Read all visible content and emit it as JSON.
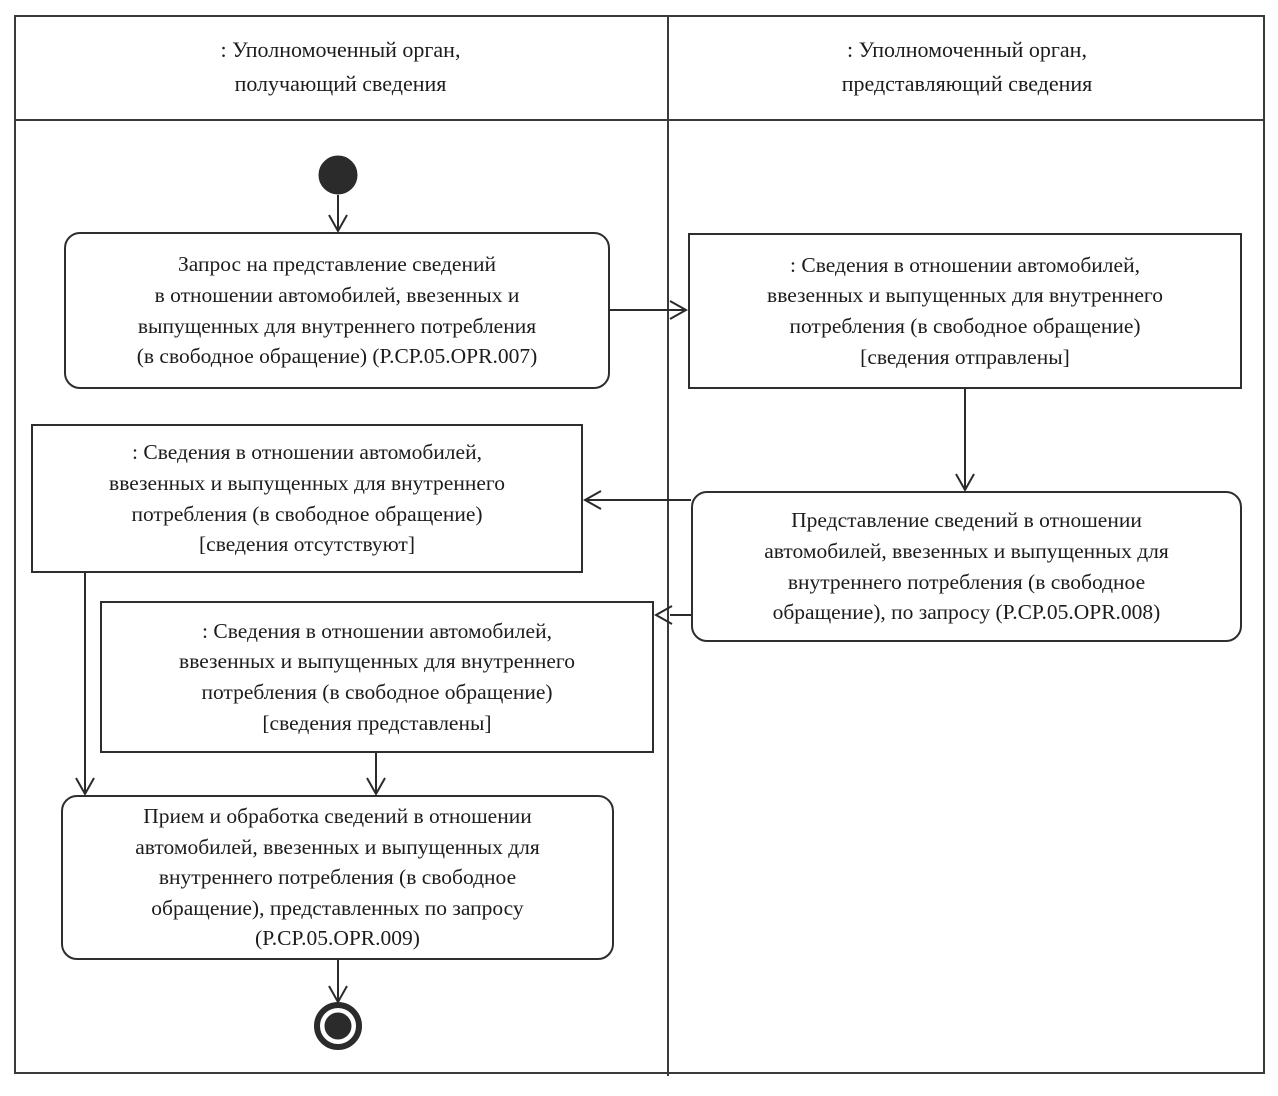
{
  "colors": {
    "ink": "#2b2b2b",
    "background": "#ffffff"
  },
  "lanes": {
    "left": {
      "title": ": Уполномоченный орган,\nполучающий сведения"
    },
    "right": {
      "title": ": Уполномоченный орган,\nпредставляющий сведения"
    }
  },
  "nodes": {
    "start": {
      "kind": "initial-node",
      "lane": "left"
    },
    "request": {
      "kind": "action",
      "shape": "rounded",
      "lane": "left",
      "text": "Запрос на представление сведений\nв отношении автомобилей, ввезенных и\nвыпущенных для внутреннего потребления\n(в свободное обращение) (P.CP.05.OPR.007)"
    },
    "info_sent": {
      "kind": "object-state",
      "shape": "rect",
      "lane": "right",
      "text": ": Сведения в отношении автомобилей,\nввезенных и выпущенных для внутреннего\nпотребления (в свободное обращение)\n[сведения отправлены]"
    },
    "info_absent": {
      "kind": "object-state",
      "shape": "rect",
      "lane": "left",
      "text": ": Сведения в отношении автомобилей,\nввезенных и выпущенных для внутреннего\nпотребления (в свободное обращение)\n[сведения отсутствуют]"
    },
    "provide": {
      "kind": "action",
      "shape": "rounded",
      "lane": "right",
      "text": "Представление сведений в отношении\nавтомобилей, ввезенных и выпущенных для\nвнутреннего потребления (в свободное\nобращение), по запросу (P.CP.05.OPR.008)"
    },
    "info_provided": {
      "kind": "object-state",
      "shape": "rect",
      "lane": "left",
      "text": ": Сведения в отношении автомобилей,\nввезенных и выпущенных для внутреннего\nпотребления (в свободное обращение)\n[сведения представлены]"
    },
    "receive": {
      "kind": "action",
      "shape": "rounded",
      "lane": "left",
      "text": "Прием и обработка сведений в отношении\nавтомобилей, ввезенных и выпущенных для\nвнутреннего потребления (в свободное\nобращение), представленных по запросу\n(P.CP.05.OPR.009)"
    },
    "end": {
      "kind": "final-node",
      "lane": "left"
    }
  },
  "edges": [
    {
      "from": "start",
      "to": "request"
    },
    {
      "from": "request",
      "to": "info_sent"
    },
    {
      "from": "info_sent",
      "to": "provide"
    },
    {
      "from": "provide",
      "to": "info_absent"
    },
    {
      "from": "provide",
      "to": "info_provided"
    },
    {
      "from": "info_absent",
      "to": "receive"
    },
    {
      "from": "info_provided",
      "to": "receive"
    },
    {
      "from": "receive",
      "to": "end"
    }
  ]
}
